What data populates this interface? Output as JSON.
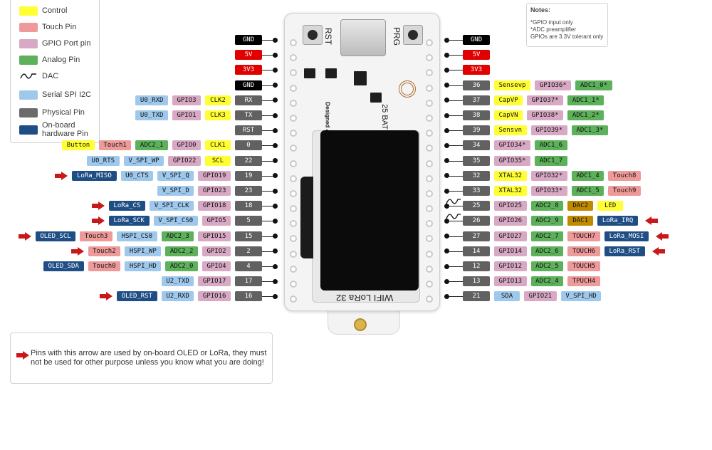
{
  "colors": {
    "control": "#ffff33",
    "touch": "#ef9a9a",
    "gpio": "#d8a9c4",
    "analog": "#5db15a",
    "spi": "#9ec8ec",
    "physical": "#6b6b6b",
    "onboard": "#1f4e85",
    "power": "#e00000",
    "gnd": "#000000",
    "dac": "#bf8a00",
    "arrow": "#c81919"
  },
  "legend": [
    {
      "label": "Control",
      "color": "#ffff33",
      "kind": "box"
    },
    {
      "label": "Touch Pin",
      "color": "#ef9a9a",
      "kind": "box"
    },
    {
      "label": "GPIO Port pin",
      "color": "#d8a9c4",
      "kind": "box"
    },
    {
      "label": "Analog Pin",
      "color": "#5db15a",
      "kind": "box"
    },
    {
      "label": "DAC",
      "color": "",
      "kind": "wave"
    },
    {
      "label": "Serial SPI I2C",
      "color": "#9ec8ec",
      "kind": "box"
    },
    {
      "label": "Physical Pin",
      "color": "#6b6b6b",
      "kind": "box"
    },
    {
      "label": "On-board hardware Pin",
      "color": "#1f4e85",
      "kind": "box"
    }
  ],
  "notes": {
    "title": "Notes:",
    "lines": [
      "*GPIO input only",
      "*ADC preamplifier",
      "GPIOs are  3.3V tolerant only"
    ]
  },
  "board": {
    "rst_label": "RST",
    "prg_label": "PRG",
    "side_text": "Designed & Produced by HelTec",
    "battery_label": "25 BAT",
    "title": "WIFI LoRa 32"
  },
  "left_pins": [
    {
      "pin": "GND",
      "type": "gnd",
      "tags": []
    },
    {
      "pin": "5V",
      "type": "power",
      "tags": []
    },
    {
      "pin": "3V3",
      "type": "power",
      "tags": []
    },
    {
      "pin": "GND",
      "type": "gnd",
      "tags": []
    },
    {
      "pin": "RX",
      "type": "phys",
      "tags": [
        {
          "t": "U0_RXD",
          "c": "spi"
        },
        {
          "t": "GPIO3",
          "c": "gpio"
        },
        {
          "t": "CLK2",
          "c": "control"
        }
      ]
    },
    {
      "pin": "TX",
      "type": "phys",
      "tags": [
        {
          "t": "U0_TXD",
          "c": "spi"
        },
        {
          "t": "GPIO1",
          "c": "gpio"
        },
        {
          "t": "CLK3",
          "c": "control"
        }
      ]
    },
    {
      "pin": "RST",
      "type": "phys",
      "tags": []
    },
    {
      "pin": "0",
      "type": "phys",
      "tags": [
        {
          "t": "Button",
          "c": "control"
        },
        {
          "t": "Touch1",
          "c": "touch"
        },
        {
          "t": "ADC2_1",
          "c": "analog"
        },
        {
          "t": "GPIO0",
          "c": "gpio"
        },
        {
          "t": "CLK1",
          "c": "control"
        }
      ]
    },
    {
      "pin": "22",
      "type": "phys",
      "tags": [
        {
          "t": "U0_RTS",
          "c": "spi"
        },
        {
          "t": "V_SPI_WP",
          "c": "spi"
        },
        {
          "t": "GPIO22",
          "c": "gpio"
        },
        {
          "t": "SCL",
          "c": "control"
        }
      ]
    },
    {
      "pin": "19",
      "type": "phys",
      "arrow": true,
      "tags": [
        {
          "t": "LoRa_MISO",
          "c": "onboard"
        },
        {
          "t": "U0_CTS",
          "c": "spi"
        },
        {
          "t": "V_SPI_Q",
          "c": "spi"
        },
        {
          "t": "GPIO19",
          "c": "gpio"
        }
      ]
    },
    {
      "pin": "23",
      "type": "phys",
      "tags": [
        {
          "t": "V_SPI_D",
          "c": "spi"
        },
        {
          "t": "GPIO23",
          "c": "gpio"
        }
      ]
    },
    {
      "pin": "18",
      "type": "phys",
      "arrow": true,
      "tags": [
        {
          "t": "LoRa_CS",
          "c": "onboard"
        },
        {
          "t": "V_SPI_CLK",
          "c": "spi"
        },
        {
          "t": "GPIO18",
          "c": "gpio"
        }
      ]
    },
    {
      "pin": "5",
      "type": "phys",
      "arrow": true,
      "tags": [
        {
          "t": "LoRa_SCK",
          "c": "onboard"
        },
        {
          "t": "V_SPI_CS0",
          "c": "spi"
        },
        {
          "t": "GPIO5",
          "c": "gpio"
        }
      ]
    },
    {
      "pin": "15",
      "type": "phys",
      "arrow": true,
      "tags": [
        {
          "t": "OLED_SCL",
          "c": "onboard"
        },
        {
          "t": "Touch3",
          "c": "touch"
        },
        {
          "t": "HSPI_CS0",
          "c": "spi"
        },
        {
          "t": "ADC2_3",
          "c": "analog"
        },
        {
          "t": "GPIO15",
          "c": "gpio"
        }
      ]
    },
    {
      "pin": "2",
      "type": "phys",
      "arrow": true,
      "tags": [
        {
          "t": "Touch2",
          "c": "touch"
        },
        {
          "t": "HSPI_WP",
          "c": "spi"
        },
        {
          "t": "ADC2_2",
          "c": "analog"
        },
        {
          "t": "GPIO2",
          "c": "gpio"
        }
      ]
    },
    {
      "pin": "4",
      "type": "phys",
      "tags": [
        {
          "t": "OLED_SDA",
          "c": "onboard"
        },
        {
          "t": "Touch0",
          "c": "touch"
        },
        {
          "t": "HSPI_HD",
          "c": "spi"
        },
        {
          "t": "ADC2_0",
          "c": "analog"
        },
        {
          "t": "GPIO4",
          "c": "gpio"
        }
      ]
    },
    {
      "pin": "17",
      "type": "phys",
      "tags": [
        {
          "t": "U2_TXD",
          "c": "spi"
        },
        {
          "t": "GPIO17",
          "c": "gpio"
        }
      ]
    },
    {
      "pin": "16",
      "type": "phys",
      "arrow": true,
      "tags": [
        {
          "t": "OLED_RST",
          "c": "onboard"
        },
        {
          "t": "U2_RXD",
          "c": "spi"
        },
        {
          "t": "GPIO16",
          "c": "gpio"
        }
      ]
    }
  ],
  "right_pins": [
    {
      "pin": "GND",
      "type": "gnd",
      "tags": []
    },
    {
      "pin": "5V",
      "type": "power",
      "tags": []
    },
    {
      "pin": "3V3",
      "type": "power",
      "tags": []
    },
    {
      "pin": "36",
      "type": "phys",
      "tags": [
        {
          "t": "Sensevp",
          "c": "control"
        },
        {
          "t": "GPIO36*",
          "c": "gpio"
        },
        {
          "t": "ADC1_0*",
          "c": "analog"
        }
      ]
    },
    {
      "pin": "37",
      "type": "phys",
      "tags": [
        {
          "t": "CapVP",
          "c": "control"
        },
        {
          "t": "GPIO37*",
          "c": "gpio"
        },
        {
          "t": "ADC1_1*",
          "c": "analog"
        }
      ]
    },
    {
      "pin": "38",
      "type": "phys",
      "tags": [
        {
          "t": "CapVN",
          "c": "control"
        },
        {
          "t": "GPIO38*",
          "c": "gpio"
        },
        {
          "t": "ADC1_2*",
          "c": "analog"
        }
      ]
    },
    {
      "pin": "39",
      "type": "phys",
      "tags": [
        {
          "t": "Sensvn",
          "c": "control"
        },
        {
          "t": "GPIO39*",
          "c": "gpio"
        },
        {
          "t": "ADC1_3*",
          "c": "analog"
        }
      ]
    },
    {
      "pin": "34",
      "type": "phys",
      "tags": [
        {
          "t": "GPIO34*",
          "c": "gpio"
        },
        {
          "t": "ADC1_6",
          "c": "analog"
        }
      ]
    },
    {
      "pin": "35",
      "type": "phys",
      "tags": [
        {
          "t": "GPIO35*",
          "c": "gpio"
        },
        {
          "t": "ADC1_7",
          "c": "analog"
        }
      ]
    },
    {
      "pin": "32",
      "type": "phys",
      "tags": [
        {
          "t": "XTAL32",
          "c": "control"
        },
        {
          "t": "GPIO32*",
          "c": "gpio"
        },
        {
          "t": "ADC1_4",
          "c": "analog"
        },
        {
          "t": "Touch8",
          "c": "touch"
        }
      ]
    },
    {
      "pin": "33",
      "type": "phys",
      "tags": [
        {
          "t": "XTAL32",
          "c": "control"
        },
        {
          "t": "GPIO33*",
          "c": "gpio"
        },
        {
          "t": "ADC1_5",
          "c": "analog"
        },
        {
          "t": "Touch9",
          "c": "touch"
        }
      ]
    },
    {
      "pin": "25",
      "type": "phys",
      "wave": true,
      "tags": [
        {
          "t": "GPIO25",
          "c": "gpio"
        },
        {
          "t": "ADC2_8",
          "c": "analog"
        },
        {
          "t": "DAC2",
          "c": "dac"
        },
        {
          "t": "LED",
          "c": "control"
        }
      ]
    },
    {
      "pin": "26",
      "type": "phys",
      "wave": true,
      "arrow": true,
      "tags": [
        {
          "t": "GPIO26",
          "c": "gpio"
        },
        {
          "t": "ADC2_9",
          "c": "analog"
        },
        {
          "t": "DAC1",
          "c": "dac"
        },
        {
          "t": "LoRa_IRQ",
          "c": "onboard"
        }
      ]
    },
    {
      "pin": "27",
      "type": "phys",
      "arrow": true,
      "tags": [
        {
          "t": "GPIO27",
          "c": "gpio"
        },
        {
          "t": "ADC2_7",
          "c": "analog"
        },
        {
          "t": "TOUCH7",
          "c": "touch"
        },
        {
          "t": "LoRa_MOSI",
          "c": "onboard"
        }
      ]
    },
    {
      "pin": "14",
      "type": "phys",
      "arrow": true,
      "tags": [
        {
          "t": "GPIO14",
          "c": "gpio"
        },
        {
          "t": "ADC2_6",
          "c": "analog"
        },
        {
          "t": "TOUCH6",
          "c": "touch"
        },
        {
          "t": "LoRa_RST",
          "c": "onboard"
        }
      ]
    },
    {
      "pin": "12",
      "type": "phys",
      "tags": [
        {
          "t": "GPIO12",
          "c": "gpio"
        },
        {
          "t": "ADC2_5",
          "c": "analog"
        },
        {
          "t": "TOUCH5",
          "c": "touch"
        }
      ]
    },
    {
      "pin": "13",
      "type": "phys",
      "tags": [
        {
          "t": "GPIO13",
          "c": "gpio"
        },
        {
          "t": "ADC2_4",
          "c": "analog"
        },
        {
          "t": "TPUCH4",
          "c": "touch"
        }
      ]
    },
    {
      "pin": "21",
      "type": "phys",
      "tags": [
        {
          "t": "SDA",
          "c": "spi"
        },
        {
          "t": "GPIO21",
          "c": "gpio"
        },
        {
          "t": "V_SPI_HD",
          "c": "spi"
        }
      ]
    }
  ],
  "warning": "Pins with this arrow are used by on-board OLED or LoRa, they must not be used for other purpose unless you know what you are doing!"
}
